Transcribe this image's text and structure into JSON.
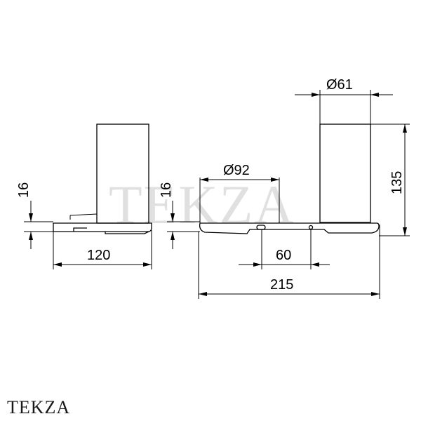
{
  "watermark": "TEKZA",
  "brand_logo": "TEKZA",
  "dimensions": {
    "left_view_height": "16",
    "left_view_width": "120",
    "right_view_height": "16",
    "base_diameter": "Ø92",
    "cylinder_diameter": "Ø61",
    "total_height": "135",
    "hole_spacing": "60",
    "total_width": "215"
  }
}
